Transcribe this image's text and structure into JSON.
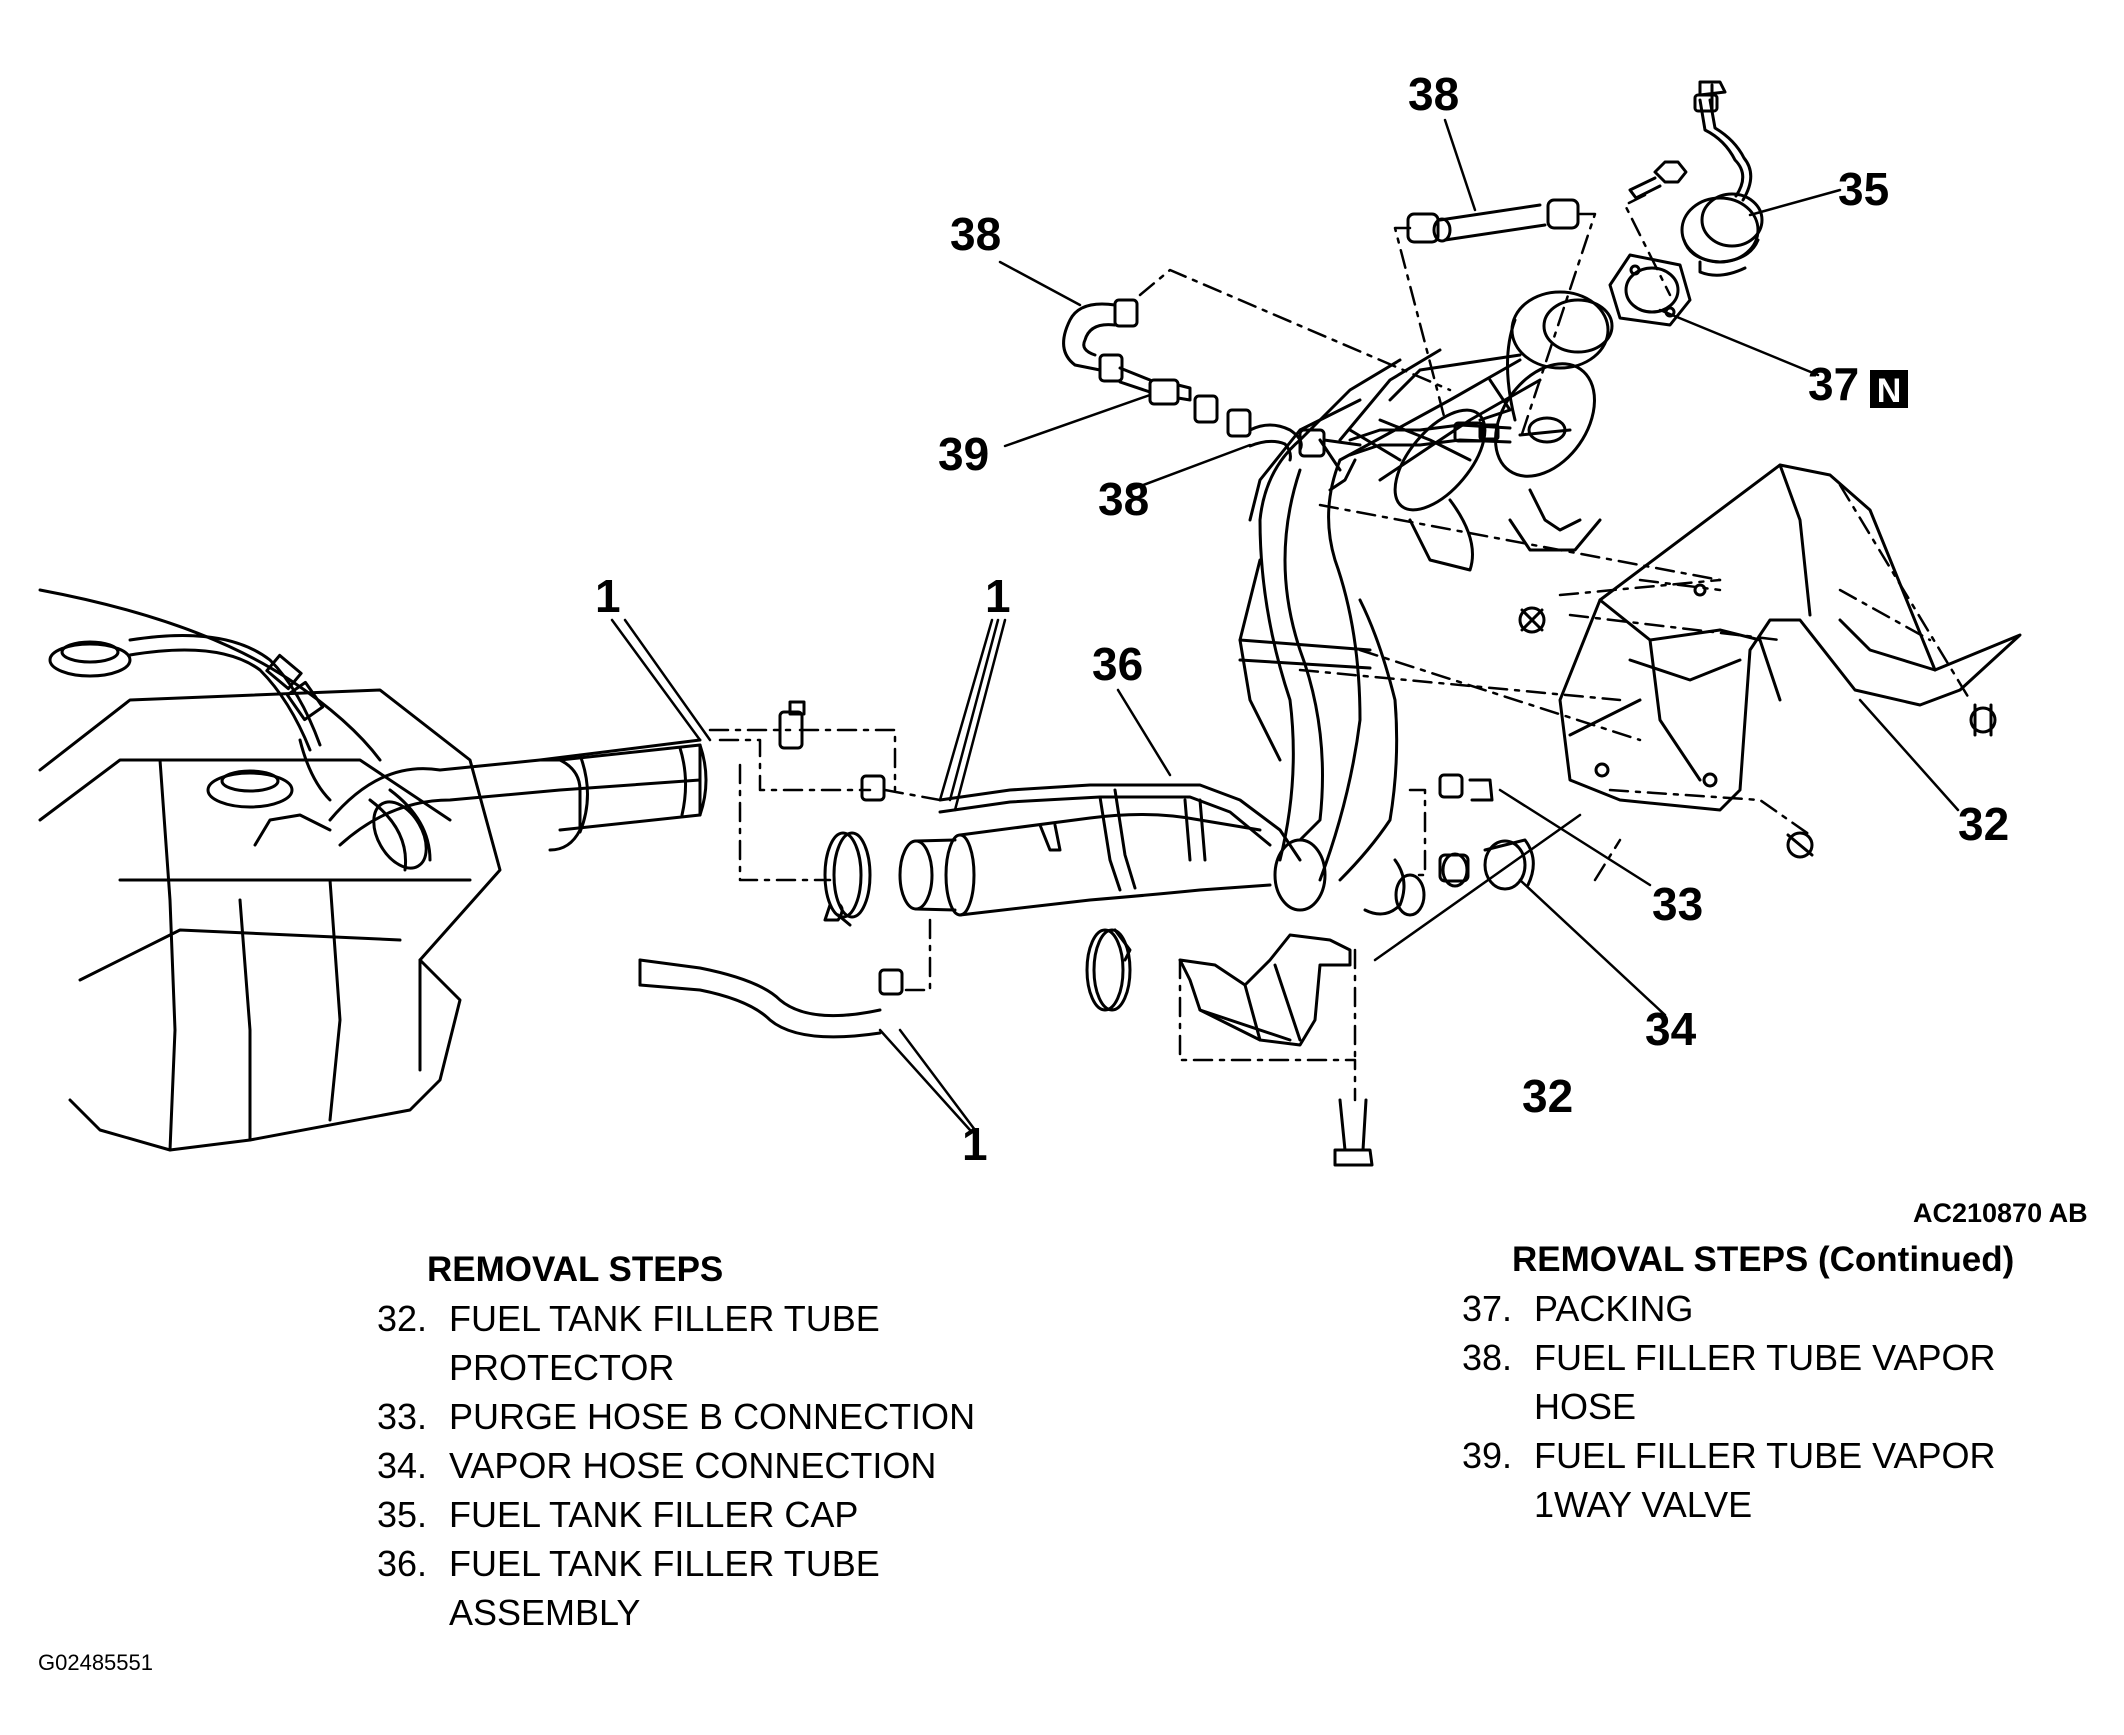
{
  "figure_id": "AC210870 AB",
  "document_id": "G02485551",
  "callouts": {
    "c1a": "1",
    "c1b": "1",
    "c1c": "1",
    "c32a": "32",
    "c32b": "32",
    "c33": "33",
    "c34": "34",
    "c35": "35",
    "c36": "36",
    "c37": "37",
    "c37_badge": "N",
    "c38a": "38",
    "c38b": "38",
    "c38c": "38",
    "c39": "39"
  },
  "removal_steps": {
    "heading": "REMOVAL STEPS",
    "items": [
      {
        "num": "32.",
        "line1": "FUEL TANK FILLER TUBE",
        "line2": "PROTECTOR"
      },
      {
        "num": "33.",
        "line1": "PURGE HOSE B CONNECTION",
        "line2": ""
      },
      {
        "num": "34.",
        "line1": "VAPOR HOSE CONNECTION",
        "line2": ""
      },
      {
        "num": "35.",
        "line1": "FUEL TANK FILLER CAP",
        "line2": ""
      },
      {
        "num": "36.",
        "line1": "FUEL TANK FILLER TUBE",
        "line2": "ASSEMBLY"
      }
    ]
  },
  "removal_steps_continued": {
    "heading": "REMOVAL STEPS (Continued)",
    "items": [
      {
        "num": "37.",
        "line1": "PACKING",
        "line2": ""
      },
      {
        "num": "38.",
        "line1": "FUEL FILLER TUBE VAPOR",
        "line2": "HOSE"
      },
      {
        "num": "39.",
        "line1": "FUEL FILLER TUBE VAPOR",
        "line2": "1WAY VALVE"
      }
    ]
  }
}
